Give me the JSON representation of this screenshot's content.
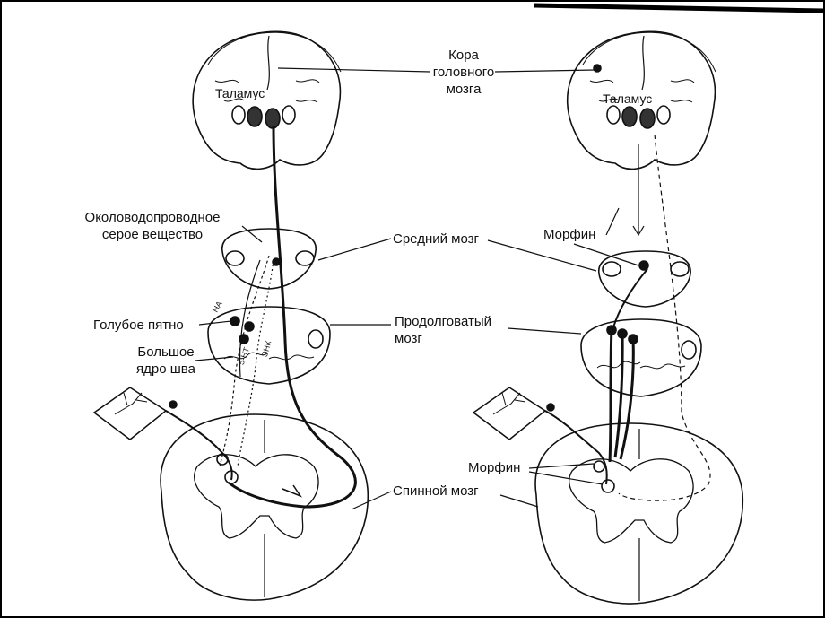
{
  "labels": {
    "cortex": [
      "Кора",
      "головного",
      "мозга"
    ],
    "thalamus": "Таламус",
    "pag": [
      "Околоводопроводное",
      "серое вещество"
    ],
    "midbrain": "Средний мозг",
    "locus": "Голубое пятно",
    "medulla": [
      "Продолговатый",
      "мозг"
    ],
    "raphe": [
      "Большое",
      "ядро шва"
    ],
    "morphine": "Морфин",
    "spinal": "Спинной мозг"
  },
  "pathway_marks": [
    "НА",
    "5-НТ",
    "ЭНК"
  ]
}
